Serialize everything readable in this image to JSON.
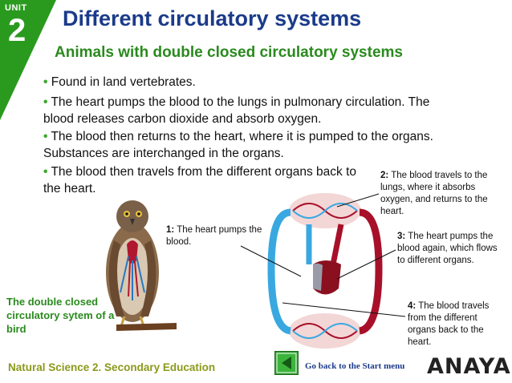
{
  "unit": {
    "label": "UNIT",
    "number": "2"
  },
  "header": {
    "title": "Different circulatory systems",
    "subtitle": "Animals with double closed circulatory systems"
  },
  "bullets": [
    "Found in land vertebrates.",
    "The heart pumps the blood to the lungs in pulmonary circulation. The blood releases carbon dioxide and absorb oxygen.",
    "The blood then returns to the heart, where it is pumped to the organs. Substances are interchanged in the organs.",
    "The blood then travels from the different organs back to the heart."
  ],
  "bullet_symbol": "•",
  "annotations": [
    {
      "num": "1:",
      "text": " The heart pumps the blood."
    },
    {
      "num": "2:",
      "text": " The blood travels to the lungs, where it absorbs oxygen, and returns to the heart."
    },
    {
      "num": "3:",
      "text": " The heart pumps the blood again, which flows to different organs."
    },
    {
      "num": "4:",
      "text": " The blood travels from the different organs back to the heart."
    }
  ],
  "bird_caption": "The double closed circulatory sytem of a bird",
  "footer": {
    "course": "Natural Science 2. Secondary Education",
    "home_link": "Go back to the Start menu",
    "logo": "ANAYA"
  },
  "colors": {
    "title": "#1b3b8a",
    "accent_green": "#2a8a1e",
    "oxygenated_blood": "#a8102a",
    "deoxygenated_blood": "#3aa8e0",
    "footer_text": "#8a9a1a"
  },
  "icons": {
    "home_button": "back-arrow-icon",
    "logo": "anaya-logo"
  }
}
